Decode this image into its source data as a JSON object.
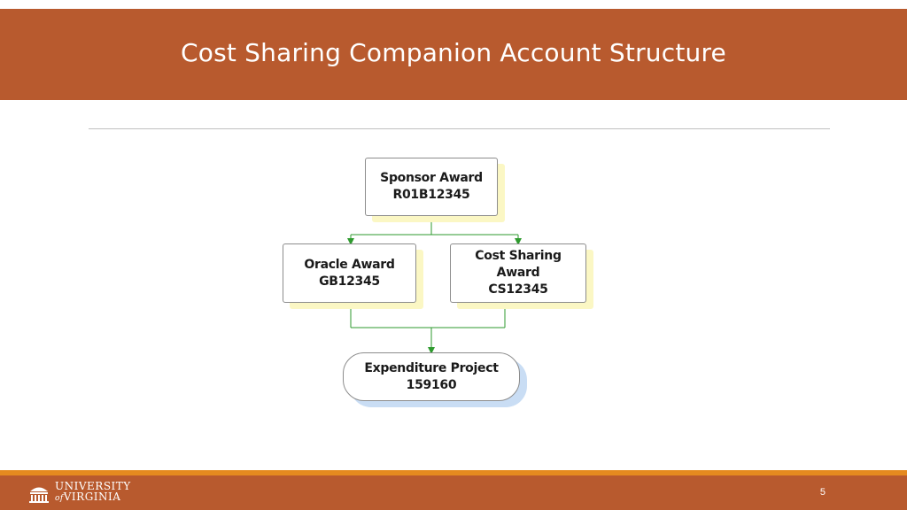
{
  "slide": {
    "title": "Cost Sharing Companion Account Structure",
    "page_number": "5"
  },
  "diagram": {
    "sponsor": {
      "line1": "Sponsor Award",
      "line2": "R01B12345"
    },
    "oracle": {
      "line1": "Oracle Award",
      "line2": "GB12345"
    },
    "cost_sharing": {
      "line1": "Cost Sharing",
      "line2": "Award",
      "line3": "CS12345"
    },
    "expenditure": {
      "line1": "Expenditure Project",
      "line2": "159160"
    }
  },
  "footer": {
    "logo_line1": "UNIVERSITY",
    "logo_line2": "VIRGINIA",
    "logo_of": "of"
  },
  "colors": {
    "header": "#b85a2e",
    "footer_accent": "#e58a1f",
    "connector": "#2e9a2e",
    "rect_shadow": "#fbf7c4",
    "pill_shadow": "#c9ddf4"
  }
}
